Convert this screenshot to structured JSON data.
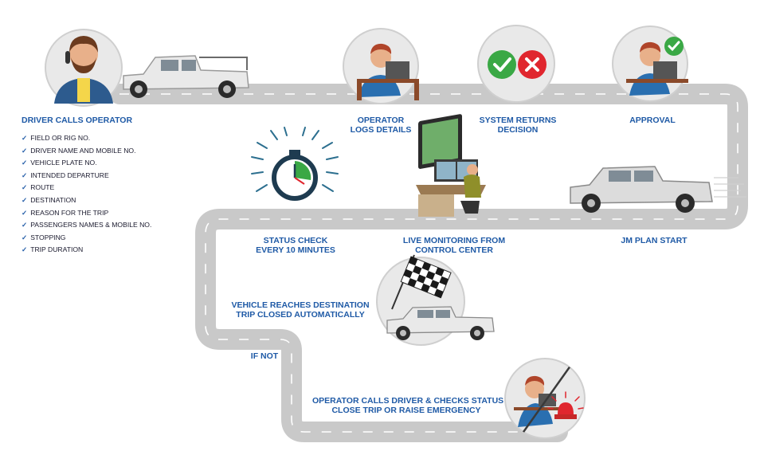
{
  "driver": {
    "title": "DRIVER CALLS OPERATOR",
    "items": [
      "FIELD OR RIG NO.",
      "DRIVER NAME AND MOBILE NO.",
      "VEHICLE PLATE NO.",
      "INTENDED DEPARTURE",
      "ROUTE",
      "DESTINATION",
      "REASON FOR THE TRIP",
      "PASSENGERS NAMES & MOBILE NO.",
      "STOPPING",
      "TRIP DURATION"
    ]
  },
  "steps": {
    "operator_logs": [
      "OPERATOR",
      "LOGS DETAILS"
    ],
    "system_returns": [
      "SYSTEM RETURNS",
      "DECISION"
    ],
    "approval": [
      "APPROVAL"
    ],
    "status_check": [
      "STATUS CHECK",
      "EVERY 10 MINUTES"
    ],
    "live_monitoring": [
      "LIVE MONITORING FROM",
      "CONTROL CENTER"
    ],
    "jm_plan_start": [
      "JM PLAN START"
    ],
    "destination": [
      "VEHICLE REACHES DESTINATION",
      "TRIP CLOSED AUTOMATICALLY"
    ],
    "if_not": [
      "IF NOT"
    ],
    "operator_calls": [
      "OPERATOR CALLS DRIVER & CHECKS STATUS",
      "CLOSE TRIP OR RAISE EMERGENCY"
    ]
  },
  "colors": {
    "label": "#1f5aa6",
    "road": "#c9c9c9",
    "road_inner": "#ffffff",
    "circle": "#e9e9e9",
    "check_green": "#3aa845",
    "cross_red": "#e0262e",
    "stopwatch": "#1e3b50"
  }
}
